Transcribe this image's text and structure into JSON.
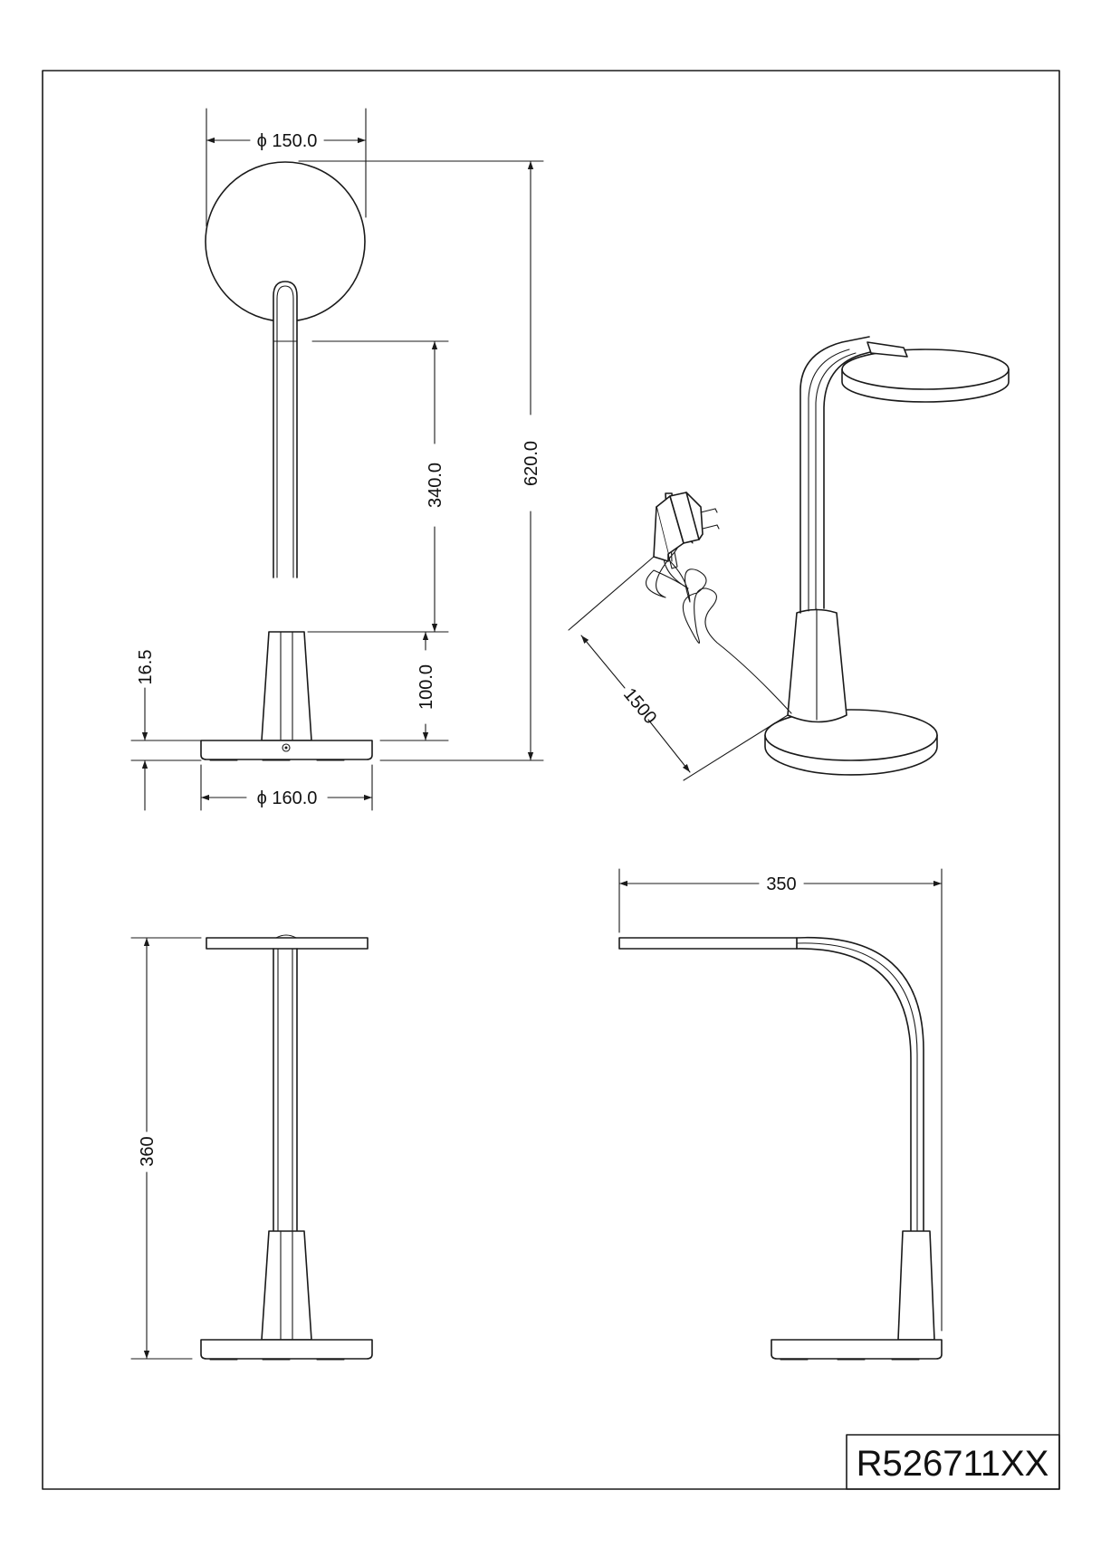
{
  "product_code": "R526711XX",
  "dimensions": {
    "head_diameter": "150.0",
    "base_diameter": "160.0",
    "total_height": "620.0",
    "arm_length": "340.0",
    "base_height": "100.0",
    "foot_height": "16.5",
    "cable_length": "1500",
    "folded_height": "360",
    "reach": "350"
  },
  "symbols": {
    "diameter": "ϕ"
  }
}
